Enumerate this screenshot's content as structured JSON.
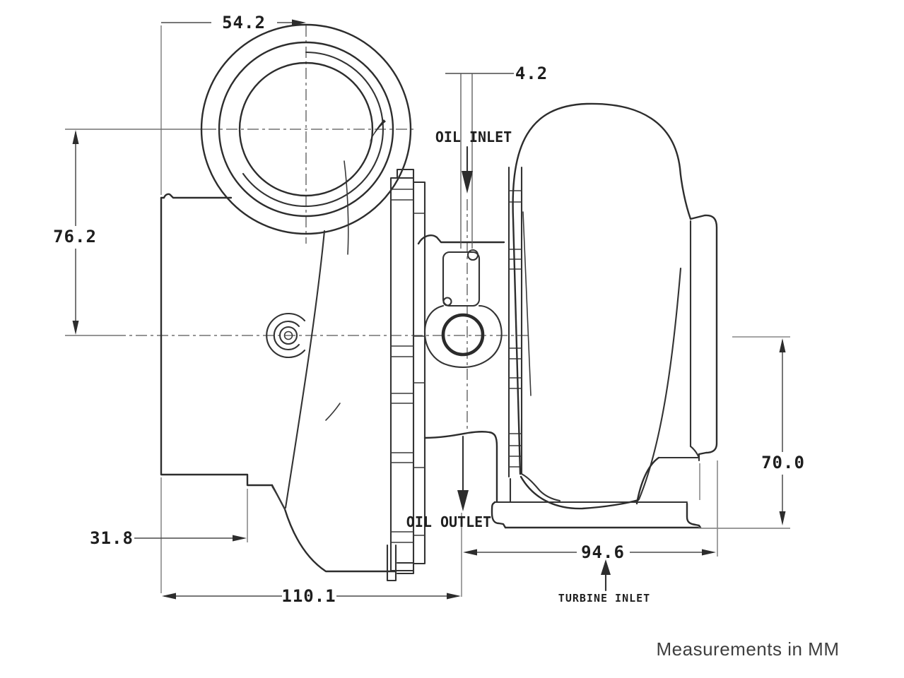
{
  "drawing": {
    "title": "turbocharger-side-view-dimension-drawing",
    "note": "Measurements in MM",
    "dims": {
      "d54_2": "54.2",
      "d4_2": "4.2",
      "d76_2": "76.2",
      "d31_8": "31.8",
      "d110_1": "110.1",
      "d94_6": "94.6",
      "d70_0": "70.0"
    },
    "labels": {
      "oil_inlet": "OIL INLET",
      "oil_outlet": "OIL OUTLET",
      "turbine_inlet": "TURBINE INLET"
    }
  }
}
